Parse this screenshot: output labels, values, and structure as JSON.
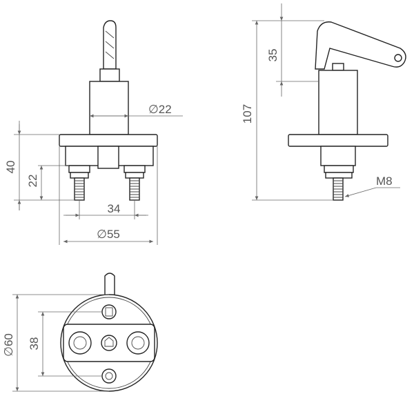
{
  "drawing": {
    "front_view": {
      "diameter_body": "∅22",
      "height_total": "40",
      "height_terminals": "22",
      "terminal_spacing": "34",
      "diameter_flange": "∅55"
    },
    "side_view": {
      "height_overall": "107",
      "handle_height": "35",
      "thread": "M8"
    },
    "bottom_view": {
      "diameter_overall": "∅60",
      "hole_spacing": "38"
    }
  }
}
